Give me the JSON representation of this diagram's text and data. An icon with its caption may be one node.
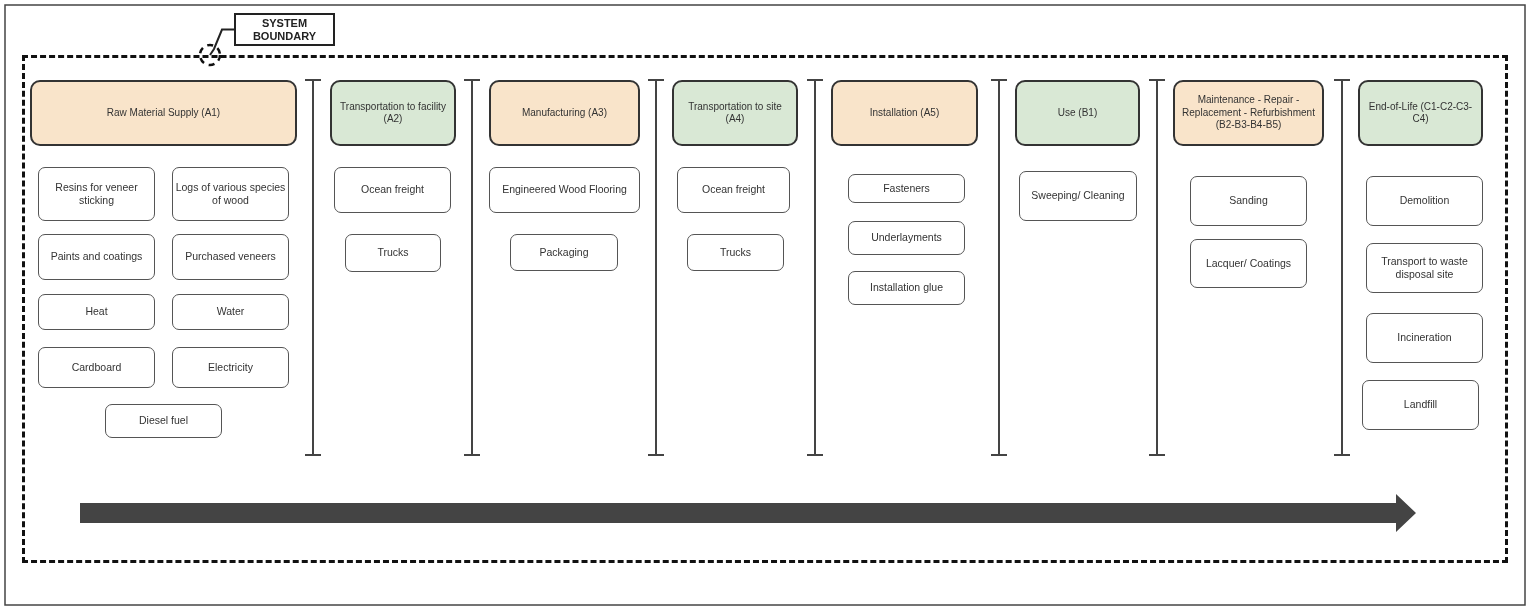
{
  "diagram": {
    "nodes": [
      {
        "text": [
          "SYSTEM BOUNDARY"
        ]
      },
      {
        "text": [],
        "shape": "box"
      },
      {
        "text": [
          "Raw Material Supply (A1)"
        ],
        "in": 1
      },
      {
        "text": [
          "Resins for veneer sticking"
        ],
        "in": 1
      },
      {
        "text": [
          "Logs of various species of wood"
        ],
        "in": 1
      },
      {
        "text": [
          "Paints and coatings"
        ],
        "in": 1
      },
      {
        "text": [
          "Purchased veneers"
        ],
        "in": 1
      },
      {
        "text": [
          "Heat"
        ],
        "in": 1
      },
      {
        "text": [
          "Water"
        ],
        "in": 1
      },
      {
        "text": [
          "Cardboard"
        ],
        "in": 1
      },
      {
        "text": [
          "Electricity"
        ],
        "in": 1
      },
      {
        "text": [
          "Diesel fuel"
        ],
        "in": 1
      },
      {
        "text": [
          "Transportation to facility (A2)"
        ],
        "in": 1
      },
      {
        "text": [
          "Ocean freight"
        ],
        "in": 1
      },
      {
        "text": [
          "Trucks"
        ],
        "in": 1
      },
      {
        "text": [
          "Manufacturing (A3)"
        ],
        "in": 1
      },
      {
        "text": [
          "Engineered Wood Flooring"
        ],
        "in": 1
      },
      {
        "text": [
          "Packaging"
        ],
        "in": 1
      },
      {
        "text": [
          "Transportation to site (A4)"
        ],
        "in": 1
      },
      {
        "text": [
          "Ocean freight"
        ],
        "in": 1
      },
      {
        "text": [
          "Trucks"
        ],
        "in": 1
      },
      {
        "text": [
          "Installation (A5)"
        ],
        "in": 1
      },
      {
        "text": [
          "Fasteners"
        ],
        "in": 1
      },
      {
        "text": [
          "Underlayments"
        ],
        "in": 1
      },
      {
        "text": [
          "Installation glue"
        ],
        "in": 1
      },
      {
        "text": [
          "Use (B1)"
        ],
        "in": 1
      },
      {
        "text": [
          "Sweeping/ Cleaning"
        ],
        "in": 1
      },
      {
        "text": [
          "Maintenance - Repair - Replacement - Refurbishment (B2-B3-B4-B5)"
        ],
        "in": 1
      },
      {
        "text": [
          "Sanding"
        ],
        "in": 1
      },
      {
        "text": [
          "Lacquer/ Coatings"
        ],
        "in": 1
      },
      {
        "text": [
          "End-of-Life (C1-C2-C3-C4)"
        ],
        "in": 1
      },
      {
        "text": [
          "Demolition"
        ],
        "in": 1
      },
      {
        "text": [
          "Transport to waste disposal site"
        ],
        "in": 1
      },
      {
        "text": [
          "Incineration"
        ],
        "in": 1
      },
      {
        "text": [
          "Landfill"
        ],
        "in": 1
      }
    ],
    "edges": [
      {
        "from": 0,
        "to": 1,
        "arrow": "other"
      }
    ]
  }
}
